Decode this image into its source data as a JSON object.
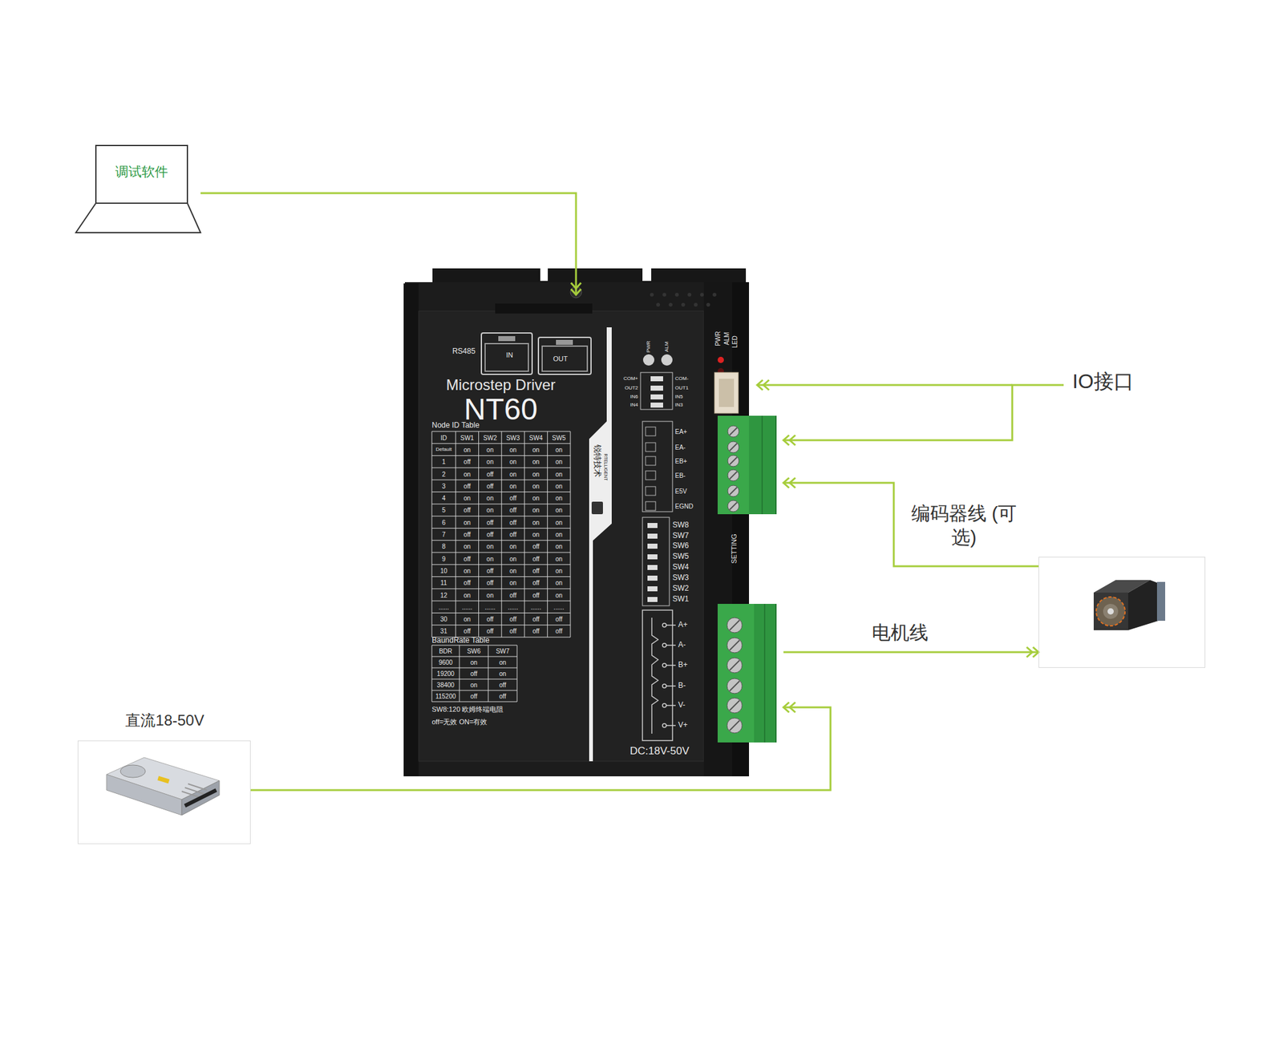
{
  "diagram": {
    "nodes": [
      {
        "text": [
          "调试软件"
        ]
      },
      {
        "text": [
          "Microstep Driver",
          "NT60"
        ]
      },
      {
        "text": [
          "IO接口"
        ]
      },
      {
        "text": []
      },
      {
        "text": [
          "直流18-50V"
        ]
      }
    ],
    "edges": [
      {
        "from": 0,
        "to": 1,
        "arrow": "to"
      },
      {
        "from": 2,
        "to": 1,
        "arrow": "to"
      },
      {
        "from": 3,
        "to": 1,
        "arrow": "to",
        "label": "编码器线 (可选)"
      },
      {
        "from": 1,
        "to": 3,
        "arrow": "to",
        "label": "电机线"
      },
      {
        "from": 4,
        "to": 1,
        "arrow": "to"
      }
    ],
    "labels": [
      "RS485",
      "IN",
      "OUT",
      "Node ID Table",
      "ID",
      "SW1",
      "SW2",
      "SW3",
      "SW4",
      "SW5",
      "Default",
      "on",
      "on",
      "on",
      "on",
      "on",
      "1",
      "off",
      "on",
      "on",
      "on",
      "on",
      "2",
      "on",
      "off",
      "on",
      "on",
      "on",
      "3",
      "off",
      "off",
      "on",
      "on",
      "on",
      "4",
      "on",
      "on",
      "off",
      "on",
      "on",
      "5",
      "off",
      "on",
      "off",
      "on",
      "on",
      "6",
      "on",
      "off",
      "off",
      "on",
      "on",
      "7",
      "off",
      "off",
      "off",
      "on",
      "on",
      "8",
      "on",
      "on",
      "on",
      "off",
      "on",
      "9",
      "off",
      "on",
      "on",
      "off",
      "on",
      "10",
      "on",
      "off",
      "on",
      "off",
      "on",
      "11",
      "off",
      "off",
      "on",
      "off",
      "on",
      "12",
      "on",
      "on",
      "off",
      "off",
      "on",
      "......",
      "......",
      "......",
      "......",
      "......",
      "......",
      "30",
      "on",
      "off",
      "off",
      "off",
      "off",
      "31",
      "off",
      "off",
      "off",
      "off",
      "off",
      "BaundRate Table",
      "BDR",
      "SW6",
      "SW7",
      "9600",
      "on",
      "on",
      "19200",
      "off",
      "on",
      "38400",
      "on",
      "off",
      "115200",
      "off",
      "off",
      "SW8:120 欧姆终端电阻",
      "off=无效 ON=有效",
      "DC:18V-50V",
      "锐特技术",
      "RTELLIGENT",
      "PWR",
      "ALM",
      "COM+",
      "OUT2",
      "IN6",
      "IN4",
      "COM-",
      "OUT1",
      "IN5",
      "IN3",
      "EA+",
      "EA-",
      "EB+",
      "EB-",
      "E5V",
      "EGND",
      "SW8",
      "SW7",
      "SW6",
      "SW5",
      "SW4",
      "SW3",
      "SW2",
      "SW1",
      "A+",
      "A-",
      "B+",
      "B-",
      "V-",
      "V+",
      "PWR",
      "ALM",
      "LED",
      "SETTING"
    ]
  }
}
